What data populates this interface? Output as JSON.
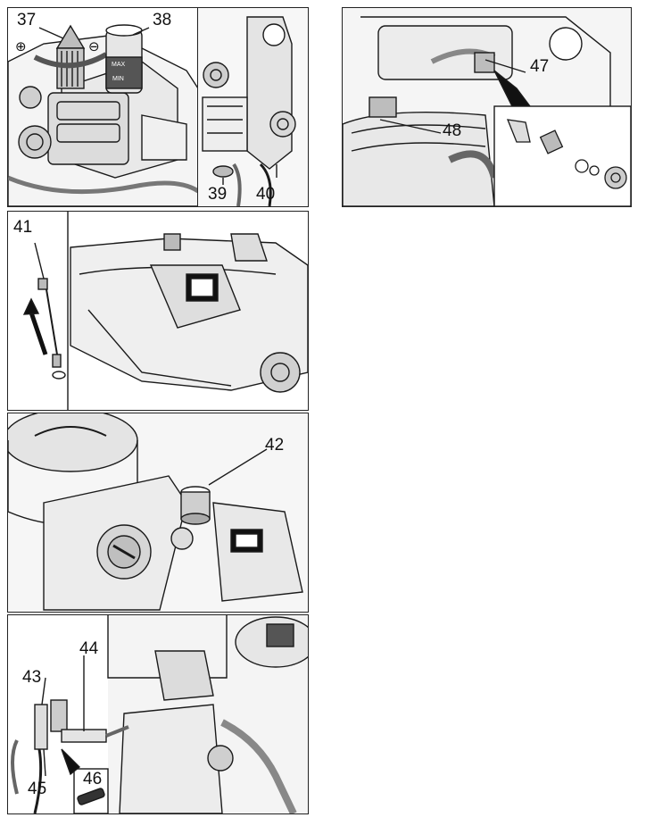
{
  "panels": {
    "p1": {
      "labels": {
        "c37": "37",
        "c38": "38",
        "plus": "⊕",
        "minus": "⊖"
      },
      "gauge": {
        "max": "MAX",
        "min": "MIN"
      }
    },
    "p2": {
      "labels": {
        "c39": "39",
        "c40": "40"
      }
    },
    "p3": {
      "labels": {
        "c47": "47",
        "c48": "48"
      }
    },
    "p4": {
      "labels": {
        "c41": "41"
      }
    },
    "p5": {
      "labels": {
        "c42": "42"
      }
    },
    "p6": {
      "labels": {
        "c43": "43",
        "c44": "44",
        "c45": "45",
        "c46": "46"
      }
    }
  },
  "colors": {
    "line": "#1a1a1a",
    "fill_light": "#f2f2f2",
    "fill_mid": "#d9d9d9",
    "fill_dark": "#8c8c8c"
  }
}
